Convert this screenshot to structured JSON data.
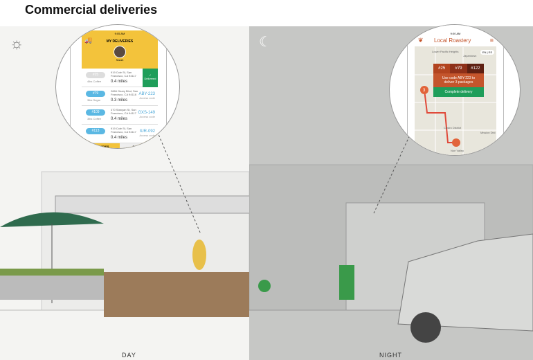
{
  "title": "Commercial deliveries",
  "labels": {
    "day": "DAY",
    "night": "NIGHT"
  },
  "day_app": {
    "status_time": "9:05 AM",
    "header": "MY DELIVERIES",
    "user": "Sarah",
    "rows": [
      {
        "id": "#25",
        "item": "4lbs Coffee",
        "address": "919 Cole St, San Francisco, CA 94117",
        "distance": "0.4 miles",
        "action": "Delivered"
      },
      {
        "id": "#79",
        "item": "3lbs Sugar",
        "address": "2884 Geary Blvd, San Francisco, CA 94118",
        "distance": "0.3 miles",
        "code": "ABY-223",
        "code_label": "Access code"
      },
      {
        "id": "#109",
        "item": "3lbs Coffee",
        "address": "470 Stanyan St, San Francisco, CA 94117",
        "distance": "0.4 miles",
        "code": "GXS-149",
        "code_label": "Access code"
      },
      {
        "id": "#113",
        "item": "",
        "address": "919 Cole St, San Francisco, CA 94117",
        "distance": "0.4 miles",
        "code": "IUR-092",
        "code_label": "Access code"
      }
    ],
    "tabs": [
      "DELIVERIES",
      "PICKUPS"
    ]
  },
  "night_app": {
    "status_time": "9:00 AM",
    "title": "Local Roastery",
    "lang": "EN | ES",
    "orders": [
      "#25",
      "#79",
      "#122"
    ],
    "message": "Use code ABY-223 to deliver 3 packages",
    "cta": "Complete delivery",
    "marker_count": "3",
    "map_labels": [
      "Lower Pacific Heights",
      "Japantown",
      "Castro District",
      "Mission Dist",
      "Noe Valley"
    ]
  },
  "colors": {
    "yellow": "#f3c33b",
    "green": "#1f9e5a",
    "rust": "#c4552c",
    "blue": "#5bb8e3"
  }
}
